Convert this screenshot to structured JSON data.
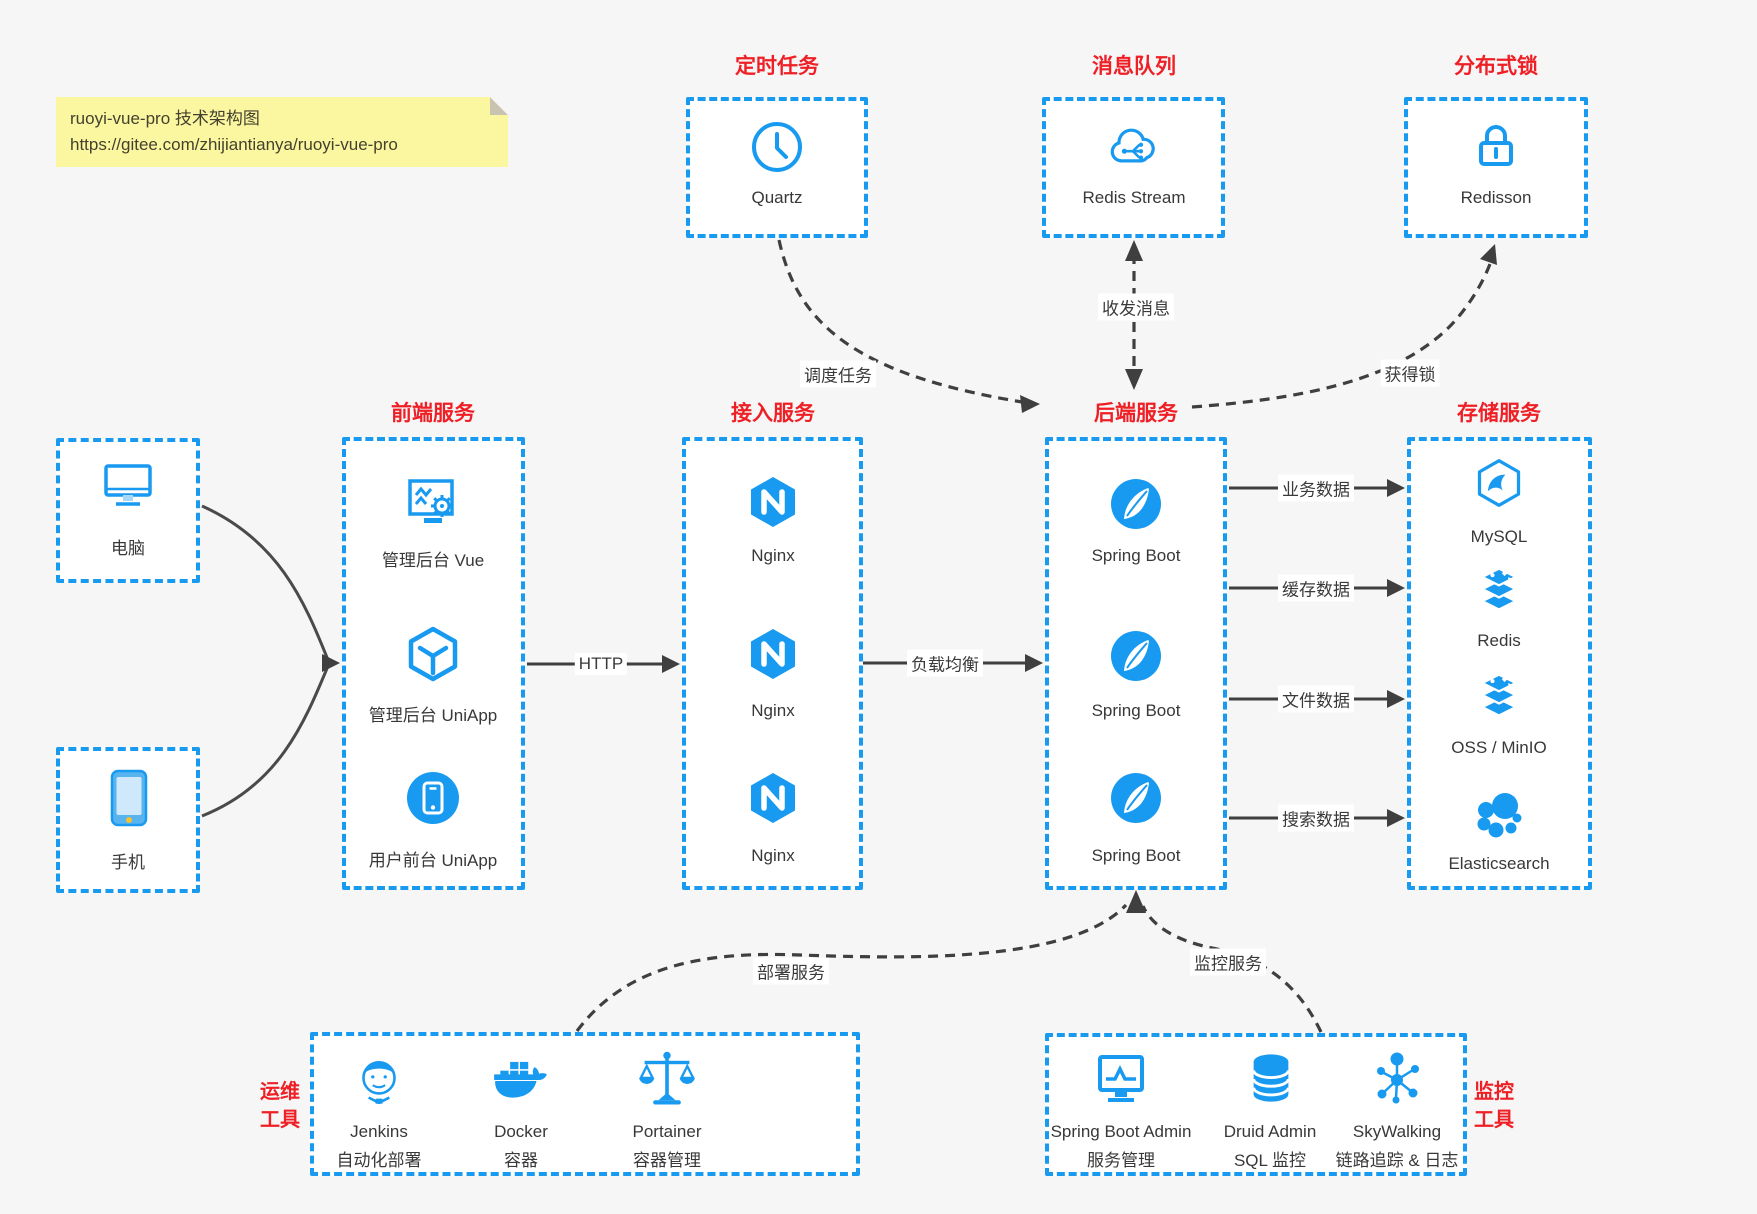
{
  "colors": {
    "accent_blue": "#189af0",
    "title_red": "#ee2026",
    "arrow_dark": "#3f3f3f",
    "note_bg": "#fbf7a0",
    "canvas_bg": "#f6f6f7"
  },
  "note": {
    "line1": "ruoyi-vue-pro 技术架构图",
    "line2": "https://gitee.com/zhijiantianya/ruoyi-vue-pro"
  },
  "clients": {
    "pc": {
      "label": "电脑"
    },
    "mobile": {
      "label": "手机"
    }
  },
  "top_services": {
    "scheduler": {
      "title": "定时任务",
      "item": "Quartz"
    },
    "message_queue": {
      "title": "消息队列",
      "item": "Redis Stream"
    },
    "distributed_lock": {
      "title": "分布式锁",
      "item": "Redisson"
    }
  },
  "columns": {
    "frontend": {
      "title": "前端服务",
      "items": [
        {
          "label": "管理后台 Vue"
        },
        {
          "label": "管理后台 UniApp"
        },
        {
          "label": "用户前台 UniApp"
        }
      ]
    },
    "gateway": {
      "title": "接入服务",
      "items": [
        {
          "label": "Nginx"
        },
        {
          "label": "Nginx"
        },
        {
          "label": "Nginx"
        }
      ]
    },
    "backend": {
      "title": "后端服务",
      "items": [
        {
          "label": "Spring Boot"
        },
        {
          "label": "Spring Boot"
        },
        {
          "label": "Spring Boot"
        }
      ]
    },
    "storage": {
      "title": "存储服务",
      "items": [
        {
          "label": "MySQL"
        },
        {
          "label": "Redis"
        },
        {
          "label": "OSS / MinIO"
        },
        {
          "label": "Elasticsearch"
        }
      ]
    }
  },
  "bottom_groups": {
    "ops": {
      "title_line1": "运维",
      "title_line2": "工具",
      "items": [
        {
          "name": "Jenkins",
          "sub": "自动化部署"
        },
        {
          "name": "Docker",
          "sub": "容器"
        },
        {
          "name": "Portainer",
          "sub": "容器管理"
        }
      ]
    },
    "monitoring": {
      "title_line1": "监控",
      "title_line2": "工具",
      "items": [
        {
          "name": "Spring Boot Admin",
          "sub": "服务管理"
        },
        {
          "name": "Druid Admin",
          "sub": "SQL 监控"
        },
        {
          "name": "SkyWalking",
          "sub": "链路追踪 & 日志"
        }
      ]
    }
  },
  "edges": {
    "http": "HTTP",
    "load_balance": "负载均衡",
    "business_data": "业务数据",
    "cache_data": "缓存数据",
    "file_data": "文件数据",
    "search_data": "搜索数据",
    "schedule_task": "调度任务",
    "send_receive_msg": "收发消息",
    "acquire_lock": "获得锁",
    "deploy_service": "部署服务",
    "monitor_service": "监控服务"
  }
}
